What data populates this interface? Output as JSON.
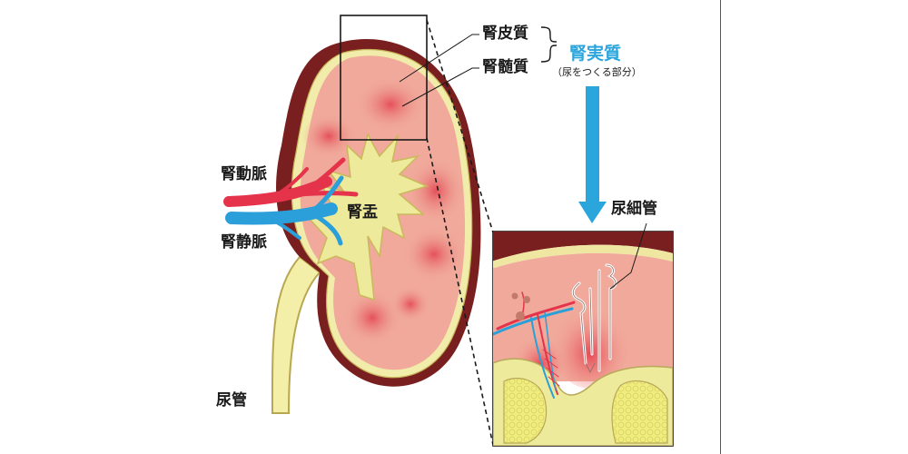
{
  "labels": {
    "cortex": "腎皮質",
    "medulla": "腎髄質",
    "parenchyma": "腎実質",
    "parenchyma_note": "（尿をつくる部分）",
    "renal_artery": "腎動脈",
    "renal_vein": "腎静脈",
    "renal_pelvis": "腎盂",
    "ureter": "尿管",
    "renal_tubule": "尿細管"
  },
  "colors": {
    "capsule": "#7a1f1f",
    "cortex": "#f0a99a",
    "medulla_pyramid": "#e5505a",
    "pelvis": "#eeea9c",
    "ureter": "#f3efa8",
    "artery": "#e5334b",
    "vein": "#2b9fd9",
    "accent_arrow": "#2aa6dd"
  }
}
